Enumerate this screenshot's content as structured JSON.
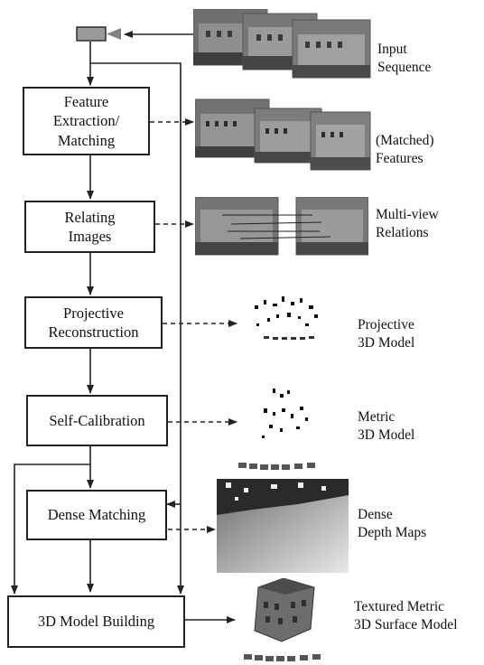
{
  "steps": [
    {
      "label": "Feature\nExtraction/\nMatching"
    },
    {
      "label": "Relating\nImages"
    },
    {
      "label": "Projective\nReconstruction"
    },
    {
      "label": "Self-Calibration"
    },
    {
      "label": "Dense Matching"
    },
    {
      "label": "3D Model Building"
    }
  ],
  "outputs": [
    {
      "label": "Input\nSequence"
    },
    {
      "label": "(Matched)\nFeatures"
    },
    {
      "label": "Multi-view\nRelations"
    },
    {
      "label": "Projective\n3D Model"
    },
    {
      "label": "Metric\n3D Model"
    },
    {
      "label": "Dense\nDepth Maps"
    },
    {
      "label": "Textured Metric\n3D Surface Model"
    }
  ],
  "icons": {
    "camera": "camera-icon"
  },
  "colors": {
    "line": "#222222",
    "camera_body": "#9a9a9a",
    "camera_lens": "#808080"
  }
}
